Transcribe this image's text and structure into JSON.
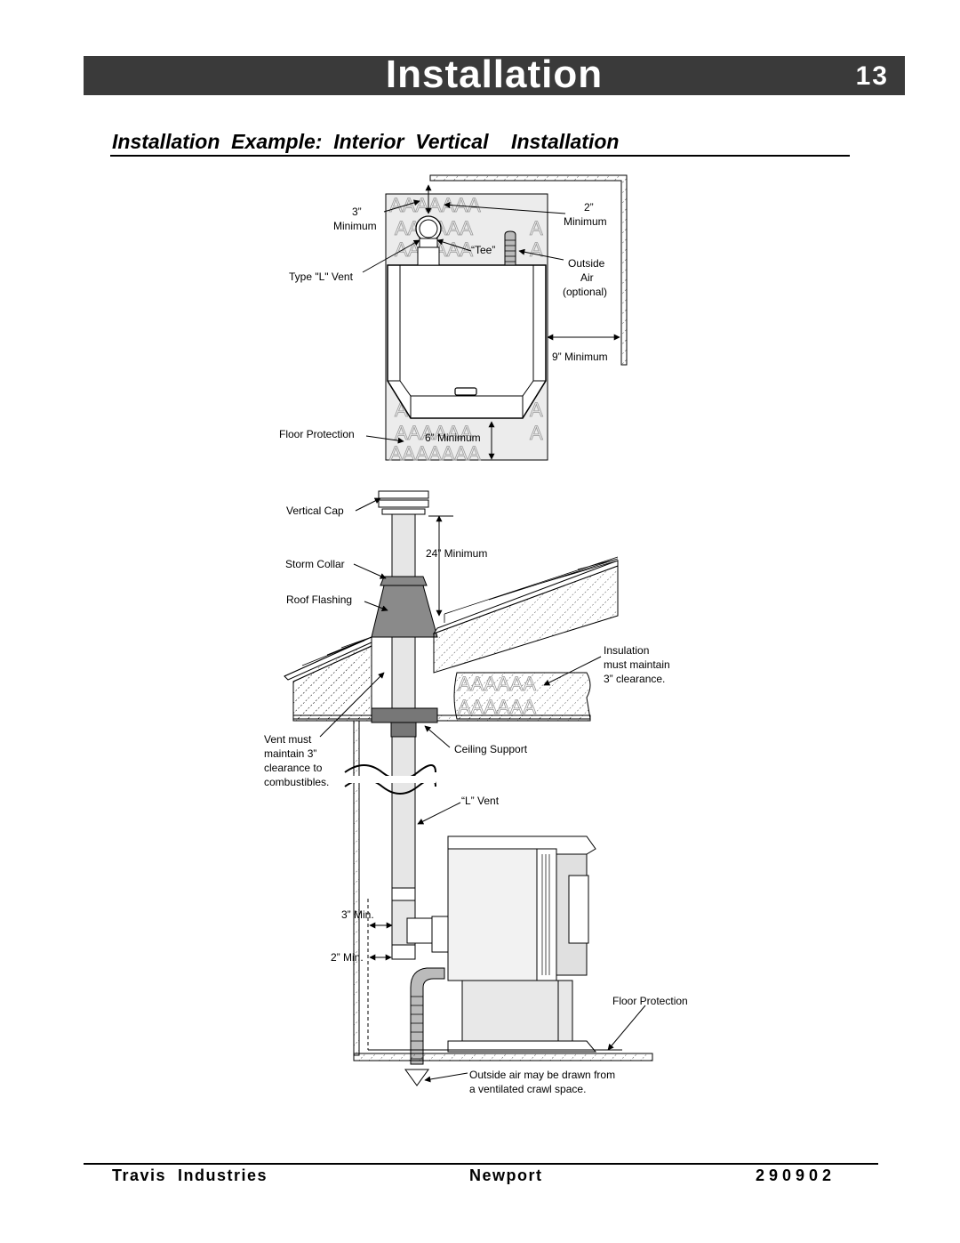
{
  "header": {
    "title": "Installation",
    "page_number": "13"
  },
  "subtitle": "Installation  Example:  Interior  Vertical    Installation",
  "top_view": {
    "label_3in": "3”",
    "label_minimum_left": "Minimum",
    "label_2in": "2”",
    "label_minimum_right": "Minimum",
    "label_tee": "“Tee”",
    "label_type_l_vent": "Type \"L\" Vent",
    "label_outside": "Outside",
    "label_air": "Air",
    "label_optional": "(optional)",
    "label_9min": "9” Minimum",
    "label_floor_protection": "Floor Protection",
    "label_6min": "6” Minimum"
  },
  "side_view": {
    "label_vertical_cap": "Vertical Cap",
    "label_24min": "24” Minimum",
    "label_storm_collar": "Storm Collar",
    "label_roof_flashing": "Roof Flashing",
    "insulation": [
      "Insulation",
      "must maintain",
      "3” clearance."
    ],
    "vent_must": [
      "Vent must",
      "maintain 3”",
      "clearance to",
      "combustibles."
    ],
    "label_ceiling_support": "Ceiling Support",
    "label_l_vent": "“L” Vent",
    "label_3min": "3” Min.",
    "label_2min": "2” Min.",
    "label_floor_protection": "Floor Protection",
    "outside_air": [
      "Outside air may be drawn from",
      "a ventilated crawl space."
    ]
  },
  "footer": {
    "company": "Travis  Industries",
    "model": "Newport",
    "code": "290902"
  }
}
